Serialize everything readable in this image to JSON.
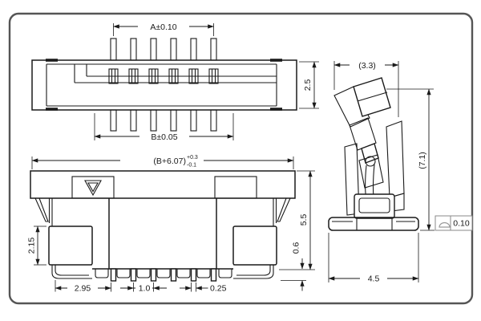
{
  "sheet": {
    "description": "FFC/FPC connector engineering drawing: top view, front view and side cross-section with flip actuator open",
    "colors": {
      "line": "#1a1a1a",
      "border": "#555555",
      "background": "#ffffff",
      "frame_gray": "#8a8a8a"
    }
  },
  "dims": {
    "a_span": "A±0.10",
    "b_span": "B±0.05",
    "top_depth": "2.5",
    "overall_width": "(B+6.07)",
    "overall_width_tol_up": "+0.3",
    "overall_width_tol_dn": "-0.1",
    "overall_height": "5.5",
    "fitting_height": "2.15",
    "edge_to_lead": "2.95",
    "lead_pitch": "1.0",
    "lead_width": "0.25",
    "standoff_height": "0.6",
    "actuator_depth": "(3.3)",
    "open_height": "(7.1)",
    "base_depth": "4.5",
    "coplanarity": "0.10"
  }
}
